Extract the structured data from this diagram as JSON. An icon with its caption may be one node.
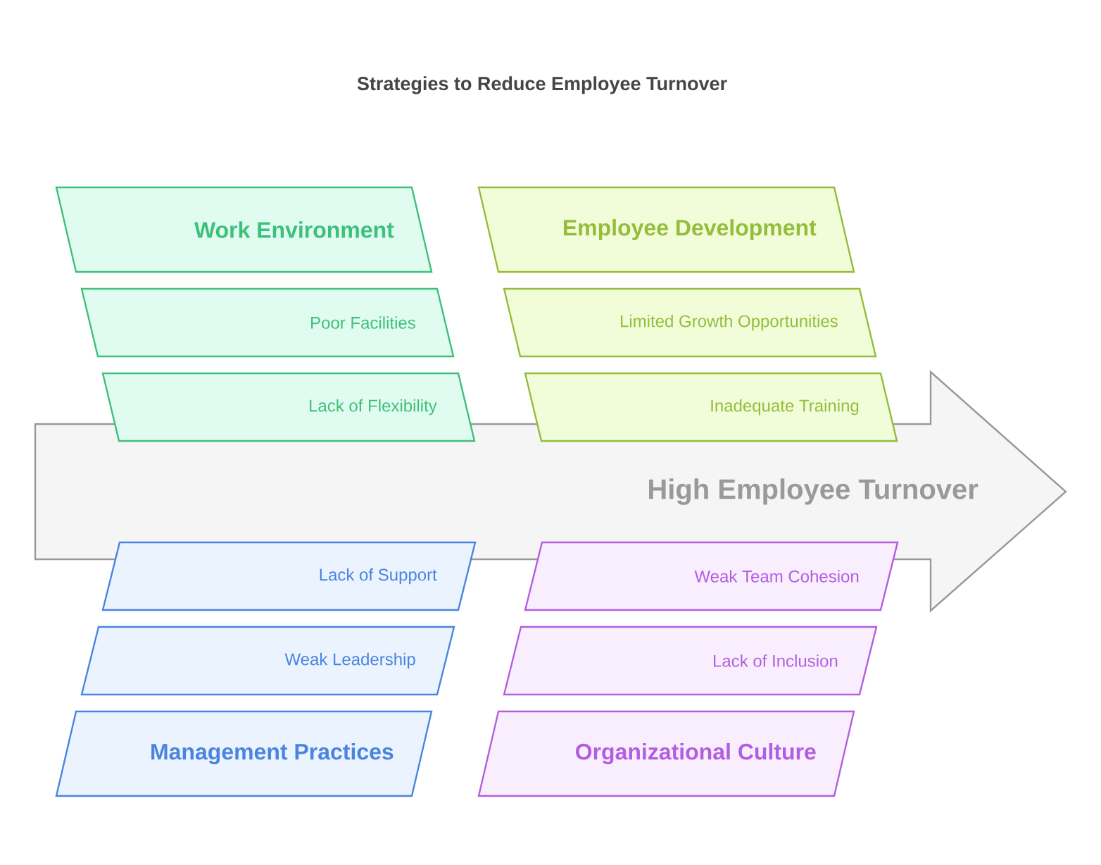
{
  "diagram": {
    "title": "Strategies to Reduce Employee Turnover",
    "nodes": [
      {
        "text": [
          "Work Environment"
        ]
      },
      {
        "text": [
          "Employee Development"
        ]
      },
      {
        "text": [
          "Poor Facilities"
        ]
      },
      {
        "text": [
          "Limited Growth Opportunities"
        ]
      },
      {
        "text": [
          "Lack of Flexibility"
        ]
      },
      {
        "text": [
          "Inadequate Training"
        ]
      },
      {
        "text": [
          "High Employee Turnover"
        ]
      },
      {
        "text": [
          "Lack of Support"
        ]
      },
      {
        "text": [
          "Weak Team Cohesion"
        ]
      },
      {
        "text": [
          "Weak Leadership"
        ]
      },
      {
        "text": [
          "Lack of Inclusion"
        ]
      },
      {
        "text": [
          "Management Practices"
        ]
      },
      {
        "text": [
          "Organizational Culture"
        ]
      }
    ]
  }
}
